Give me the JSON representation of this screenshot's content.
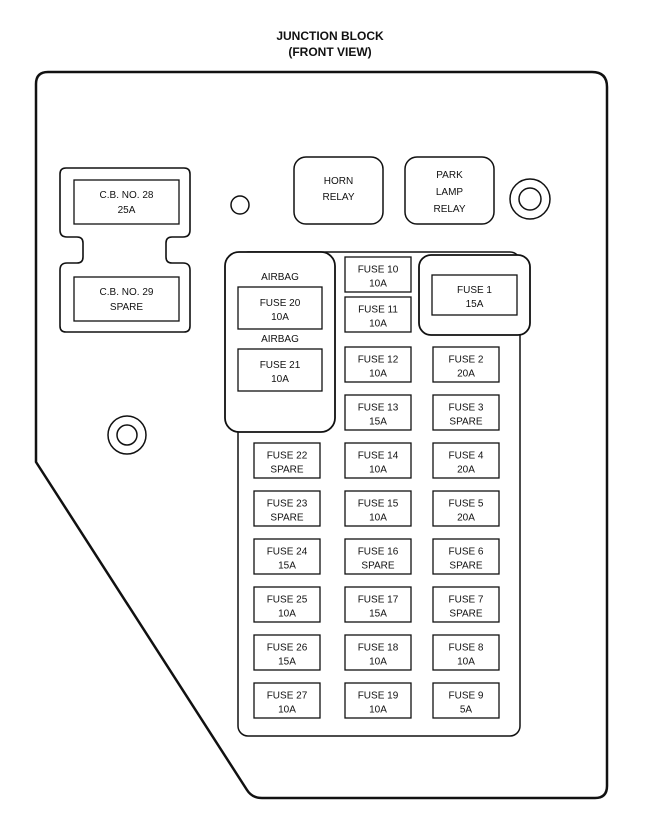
{
  "title": {
    "line1": "JUNCTION BLOCK",
    "line2": "(FRONT VIEW)"
  },
  "breakers": [
    {
      "name": "C.B. NO. 28",
      "rating": "25A"
    },
    {
      "name": "C.B. NO. 29",
      "rating": "SPARE"
    }
  ],
  "relays": [
    {
      "lines": [
        "HORN",
        "RELAY"
      ]
    },
    {
      "lines": [
        "PARK",
        "LAMP",
        "RELAY"
      ]
    }
  ],
  "airbag_group": {
    "label_upper": "AIRBAG",
    "label_lower": "AIRBAG"
  },
  "fuses": [
    {
      "name": "FUSE 1",
      "rating": "15A"
    },
    {
      "name": "FUSE 2",
      "rating": "20A"
    },
    {
      "name": "FUSE 3",
      "rating": "SPARE"
    },
    {
      "name": "FUSE 4",
      "rating": "20A"
    },
    {
      "name": "FUSE 5",
      "rating": "20A"
    },
    {
      "name": "FUSE 6",
      "rating": "SPARE"
    },
    {
      "name": "FUSE 7",
      "rating": "SPARE"
    },
    {
      "name": "FUSE 8",
      "rating": "10A"
    },
    {
      "name": "FUSE 9",
      "rating": "5A"
    },
    {
      "name": "FUSE 10",
      "rating": "10A"
    },
    {
      "name": "FUSE 11",
      "rating": "10A"
    },
    {
      "name": "FUSE 12",
      "rating": "10A"
    },
    {
      "name": "FUSE 13",
      "rating": "15A"
    },
    {
      "name": "FUSE 14",
      "rating": "10A"
    },
    {
      "name": "FUSE 15",
      "rating": "10A"
    },
    {
      "name": "FUSE 16",
      "rating": "SPARE"
    },
    {
      "name": "FUSE 17",
      "rating": "15A"
    },
    {
      "name": "FUSE 18",
      "rating": "10A"
    },
    {
      "name": "FUSE 19",
      "rating": "10A"
    },
    {
      "name": "FUSE 20",
      "rating": "10A"
    },
    {
      "name": "FUSE 21",
      "rating": "10A"
    },
    {
      "name": "FUSE 22",
      "rating": "SPARE"
    },
    {
      "name": "FUSE 23",
      "rating": "SPARE"
    },
    {
      "name": "FUSE 24",
      "rating": "15A"
    },
    {
      "name": "FUSE 25",
      "rating": "10A"
    },
    {
      "name": "FUSE 26",
      "rating": "15A"
    },
    {
      "name": "FUSE 27",
      "rating": "10A"
    }
  ]
}
